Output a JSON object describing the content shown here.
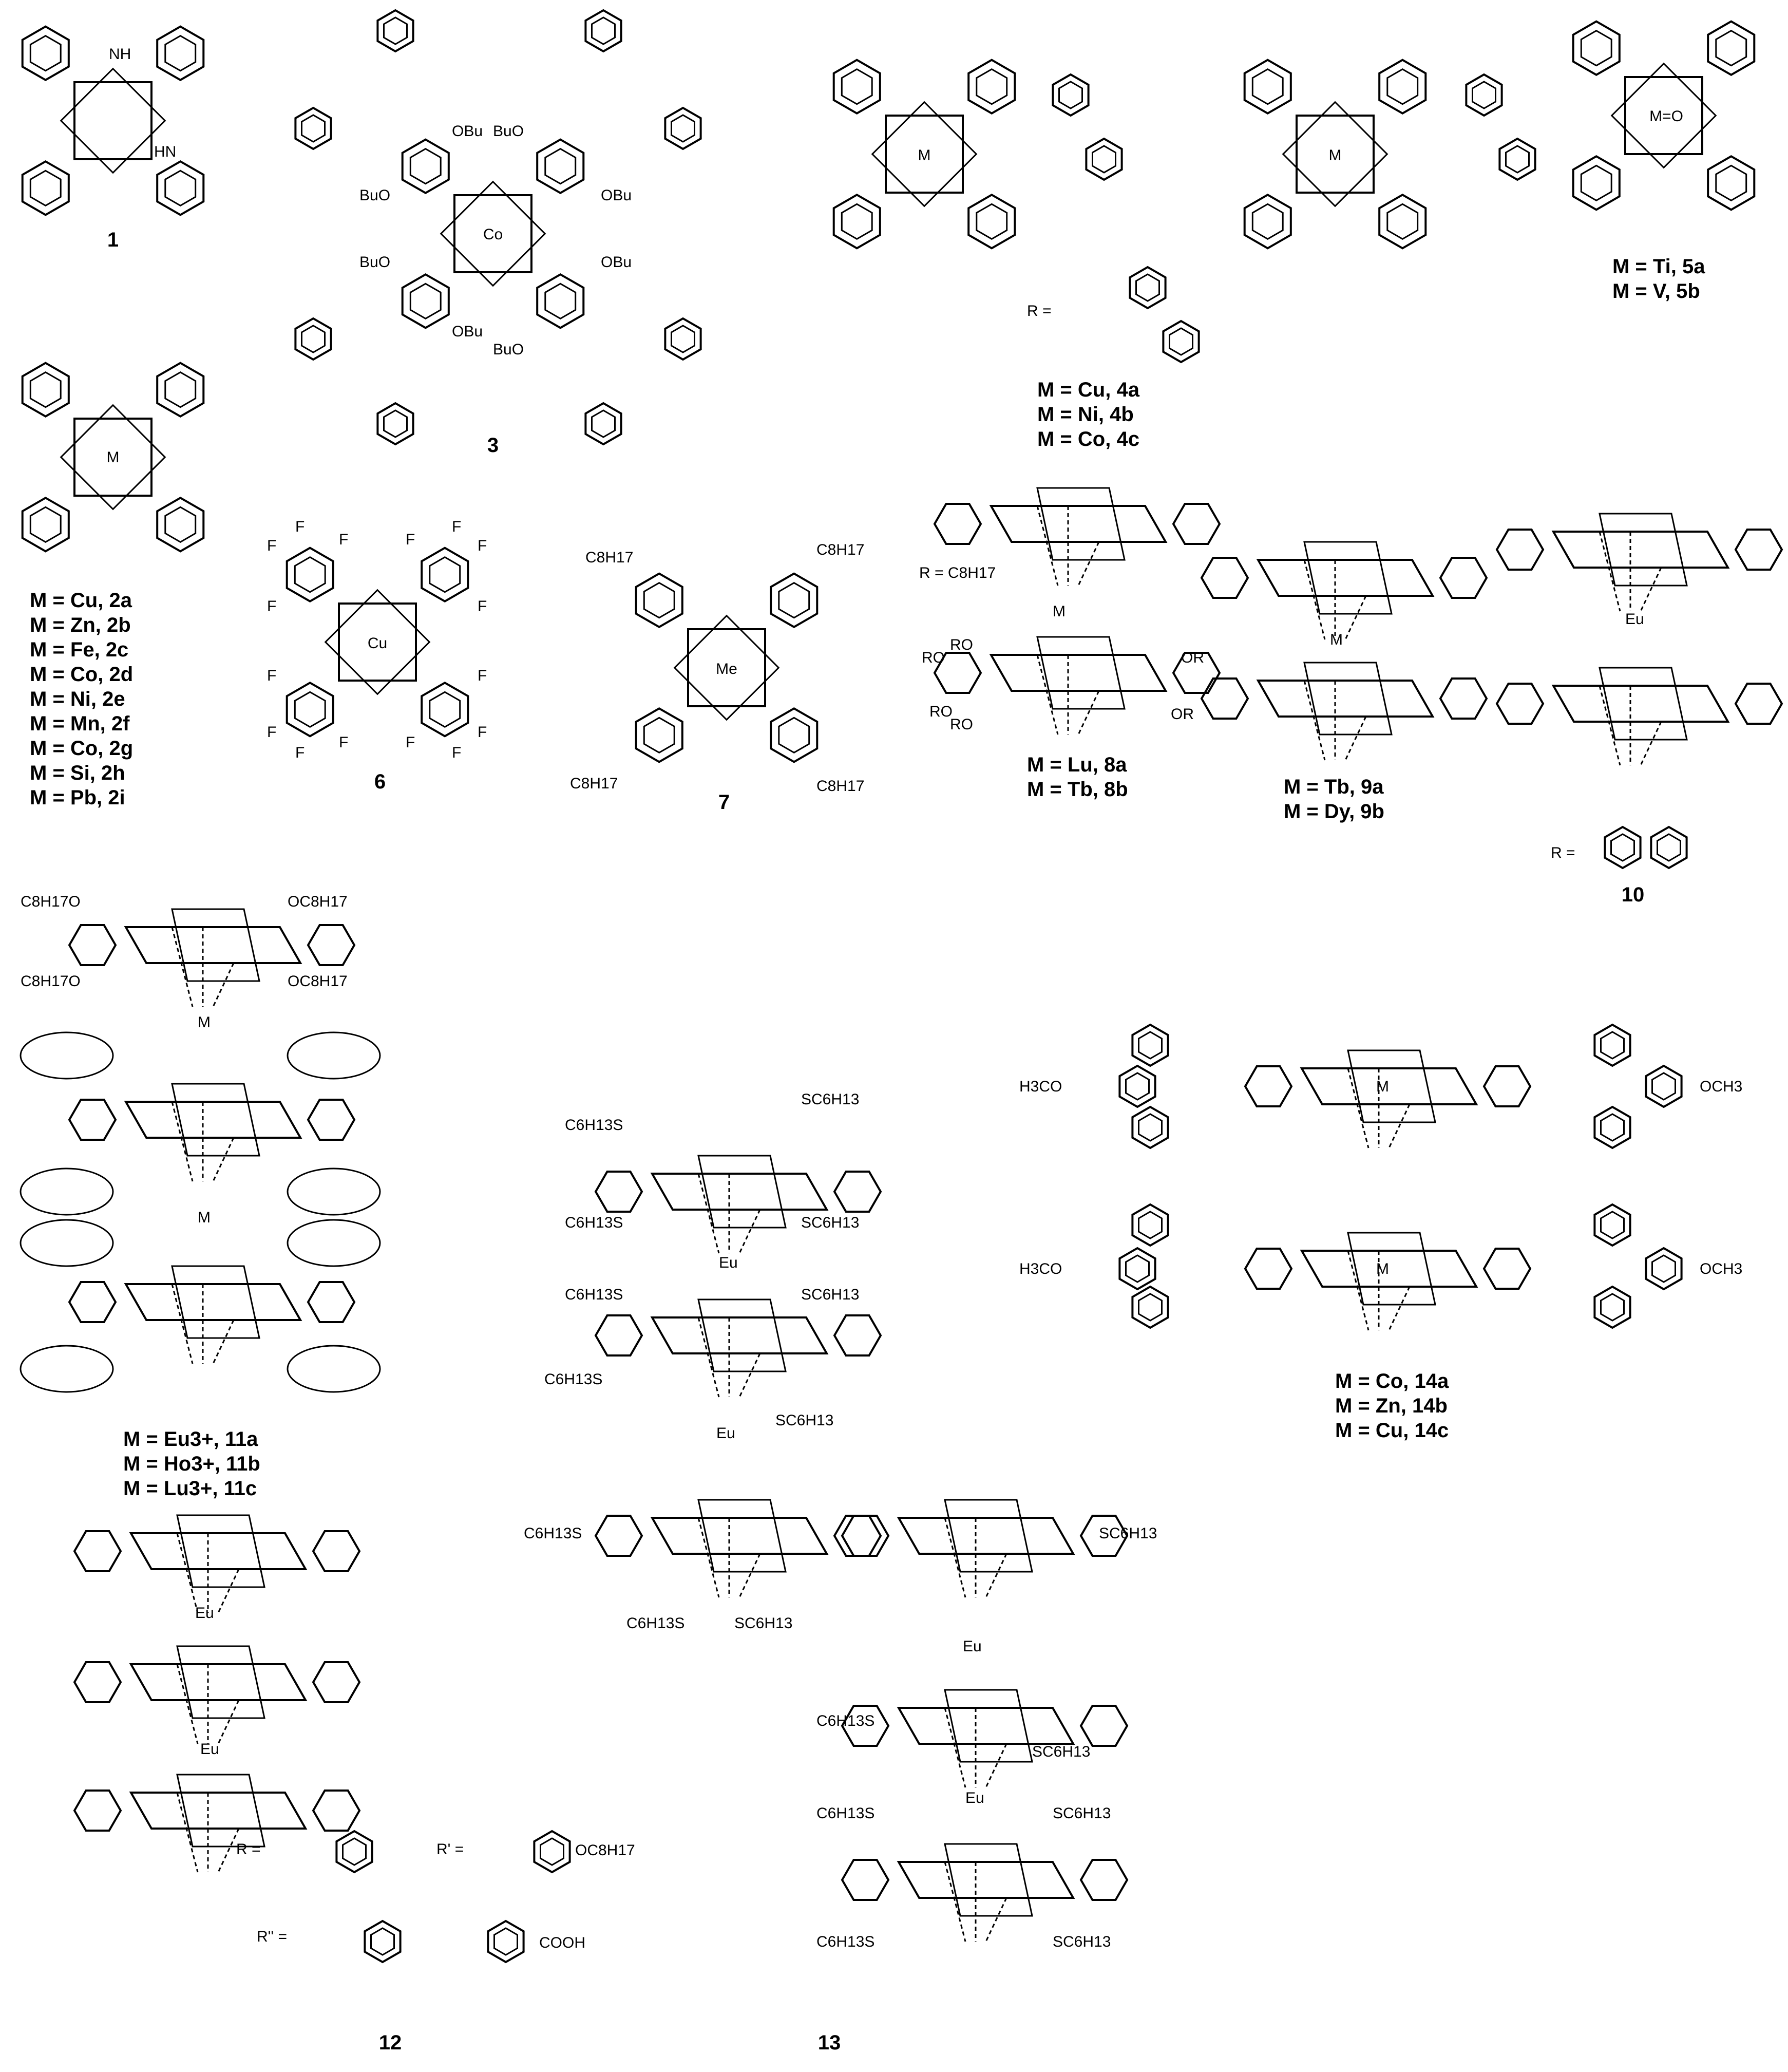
{
  "compounds": [
    {
      "id": "1",
      "caption_lines": []
    },
    {
      "id": "2",
      "caption_lines": [
        "M = Cu,  2a",
        "M = Zn,  2b",
        "M = Fe,  2c",
        "M = Co,  2d",
        "M = Ni,  2e",
        "M = Mn,  2f",
        "M = Co,  2g",
        "M = Si,  2h",
        "M = Pb,  2i"
      ]
    },
    {
      "id": "3",
      "caption_lines": []
    },
    {
      "id": "4",
      "caption_lines": [
        "M = Cu,  4a",
        "M = Ni,  4b",
        "M = Co,  4c"
      ]
    },
    {
      "id": "5",
      "caption_lines": [
        "M = Ti, 5a",
        "M = V,  5b"
      ]
    },
    {
      "id": "6",
      "caption_lines": []
    },
    {
      "id": "7",
      "caption_lines": []
    },
    {
      "id": "8",
      "caption_lines": [
        "M = Lu, 8a",
        "M = Tb, 8b"
      ]
    },
    {
      "id": "9",
      "caption_lines": [
        "M = Tb, 9a",
        "M = Dy, 9b"
      ]
    },
    {
      "id": "10",
      "caption_lines": []
    },
    {
      "id": "11",
      "caption_lines": [
        "M = Eu3+,  11a",
        "M = Ho3+,  11b",
        "M = Lu3+,  11c"
      ]
    },
    {
      "id": "12",
      "caption_lines": []
    },
    {
      "id": "13",
      "caption_lines": []
    },
    {
      "id": "14",
      "caption_lines": [
        "M = Co, 14a",
        "M = Zn, 14b",
        "M = Cu, 14c"
      ]
    }
  ],
  "substituents": {
    "r4": "R =",
    "r8": "R = C8H17",
    "r10": "R =",
    "r12": "R =",
    "r12_prime": "R' =",
    "r12_dprime": "R'' =",
    "cooh": "COOH",
    "obu": "OBu",
    "buo": "BuO",
    "och3": "OCH3",
    "h3co": "H3CO",
    "sc6h13": "SC6H13",
    "c6h13s": "C6H13S",
    "c8h17": "C8H17",
    "oc8h17": "OC8H17",
    "c8h17o": "C8H17O",
    "ro": "RO",
    "or": "OR"
  },
  "atoms": {
    "N": "N",
    "NH": "NH",
    "HN": "HN",
    "Co": "Co",
    "Cu": "Cu",
    "M": "M",
    "Me": "Me",
    "Eu": "Eu",
    "F": "F",
    "O": "O",
    "R": "R",
    "MO": "M=O"
  }
}
